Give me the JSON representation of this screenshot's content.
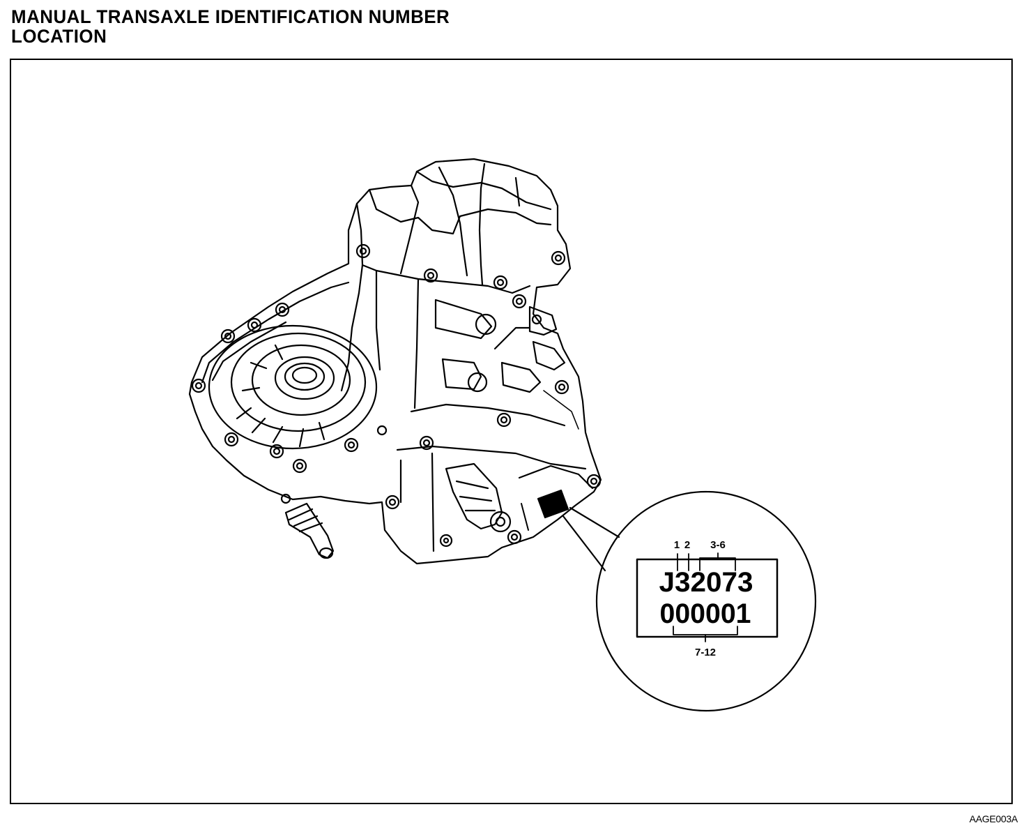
{
  "title": {
    "line1": "MANUAL TRANSAXLE IDENTIFICATION NUMBER",
    "line2": "LOCATION"
  },
  "id_plate": {
    "number_top": "J32073",
    "number_bottom": "000001",
    "label_1": "1",
    "label_2": "2",
    "label_3_6": "3-6",
    "label_7_12": "7-12"
  },
  "figure_code": "AAGE003A"
}
